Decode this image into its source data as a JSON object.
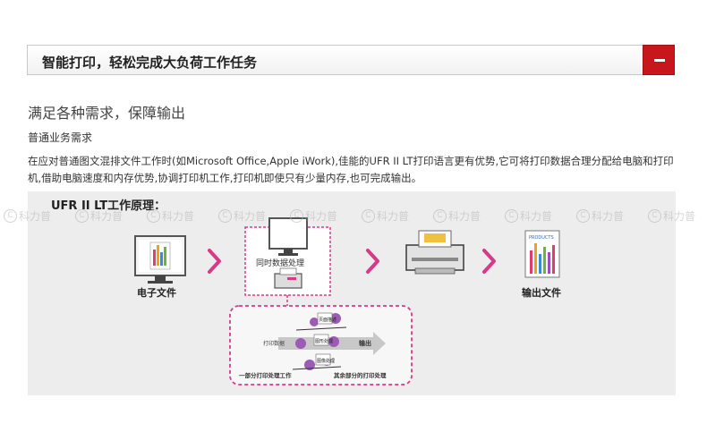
{
  "header": {
    "title": "智能打印，轻松完成大负荷工作任务",
    "toggle_symbol": "minus-icon"
  },
  "content": {
    "subheading": "满足各种需求，保障输出",
    "section_label": "普通业务需求",
    "paragraph": "在应对普通图文混排文件工作时(如Microsoft Office,Apple iWork),佳能的UFR II LT打印语言更有优势,它可将打印数据合理分配给电脑和打印机,借助电脑速度和内存优势,协调打印机工作,打印机即使只有少量内存,也可完成输出。"
  },
  "diagram": {
    "title": "UFR II LT工作原理：",
    "electronic_file_label": "电子文件",
    "simultaneous_label": "同时数据处理",
    "output_file_label": "输出文件",
    "products_label": "PRODUCTS",
    "print_data_label": "打印数据",
    "output_label": "输出",
    "partial_print_label": "一部分打印处理工作",
    "remaining_print_label": "其余部分的打印处理",
    "stage_labels": [
      "页面描述",
      "图形处理",
      "图像处理"
    ],
    "accent_color": "#d63b88",
    "watermark_text": "科力普",
    "watermark_count": 10
  },
  "colors": {
    "toggle_red": "#c8161d",
    "diagram_bg": "#ededed",
    "arrow_pink": "#d63b88"
  }
}
